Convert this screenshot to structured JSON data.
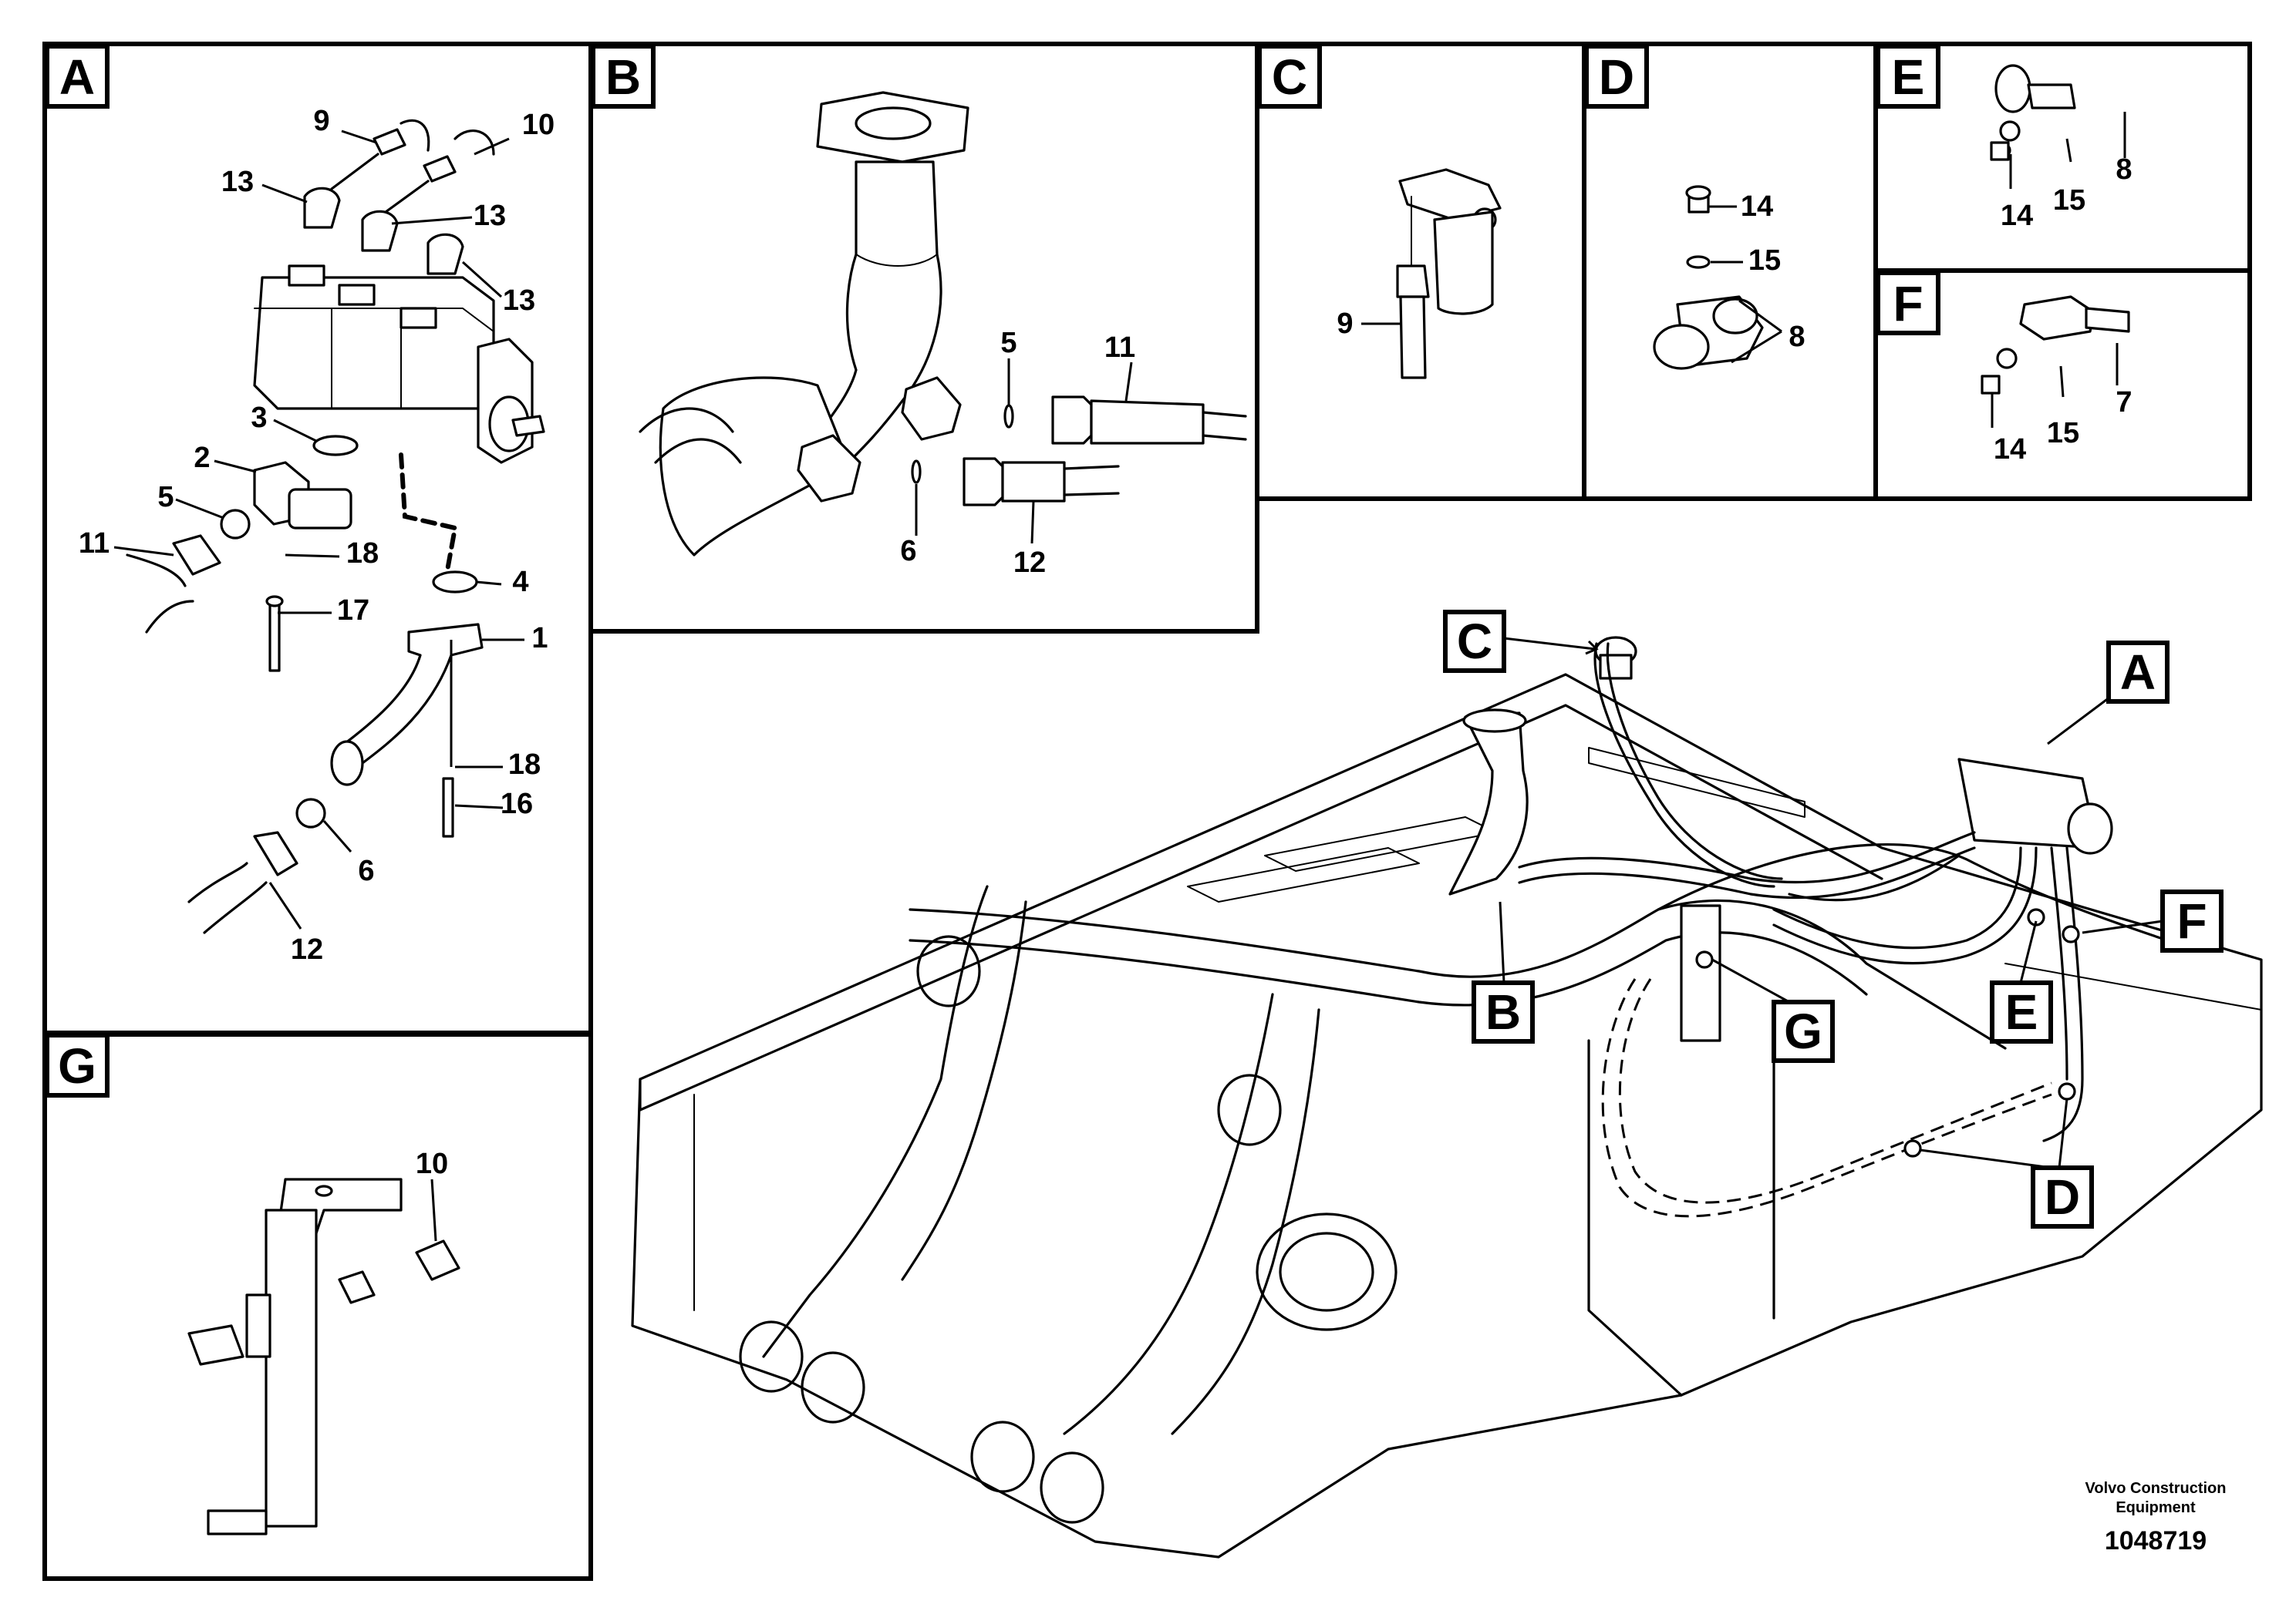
{
  "panels": [
    {
      "id": "A",
      "label": "A"
    },
    {
      "id": "B",
      "label": "B"
    },
    {
      "id": "C",
      "label": "C"
    },
    {
      "id": "D",
      "label": "D"
    },
    {
      "id": "E",
      "label": "E"
    },
    {
      "id": "F",
      "label": "F"
    },
    {
      "id": "G",
      "label": "G"
    }
  ],
  "callouts": {
    "A": [
      "9",
      "10",
      "13",
      "13",
      "13",
      "3",
      "2",
      "5",
      "11",
      "18",
      "17",
      "4",
      "1",
      "18",
      "16",
      "6",
      "12"
    ],
    "B": [
      "5",
      "11",
      "6",
      "12"
    ],
    "C": [
      "9"
    ],
    "D": [
      "14",
      "15",
      "8"
    ],
    "E": [
      "14",
      "15",
      "8"
    ],
    "F": [
      "14",
      "15",
      "7"
    ],
    "G": [
      "10"
    ]
  },
  "overview_tags": [
    "C",
    "A",
    "F",
    "B",
    "G",
    "E",
    "D"
  ],
  "footer": {
    "brand_line1": "Volvo Construction",
    "brand_line2": "Equipment",
    "doc_number": "1048719"
  }
}
